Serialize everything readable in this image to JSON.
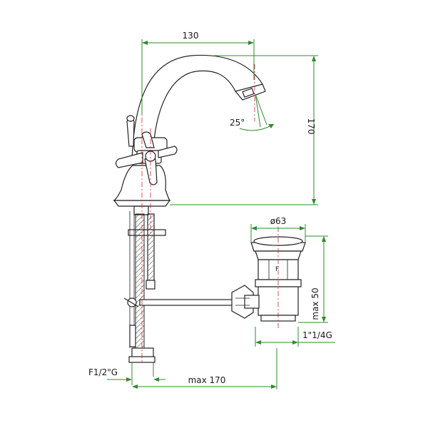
{
  "dimensions": {
    "spout_reach": "130",
    "height": "170",
    "spout_angle": "25°",
    "waste_diameter": "ø63",
    "waste_max_height": "max 50",
    "waste_thread": "1\"1/4G",
    "inlet_thread": "F1/2\"G",
    "rod_max_length": "max 170"
  },
  "colors": {
    "dimension_lines": "#2e8b2e",
    "center_lines": "#cc2a2a",
    "outline": "#222222"
  }
}
